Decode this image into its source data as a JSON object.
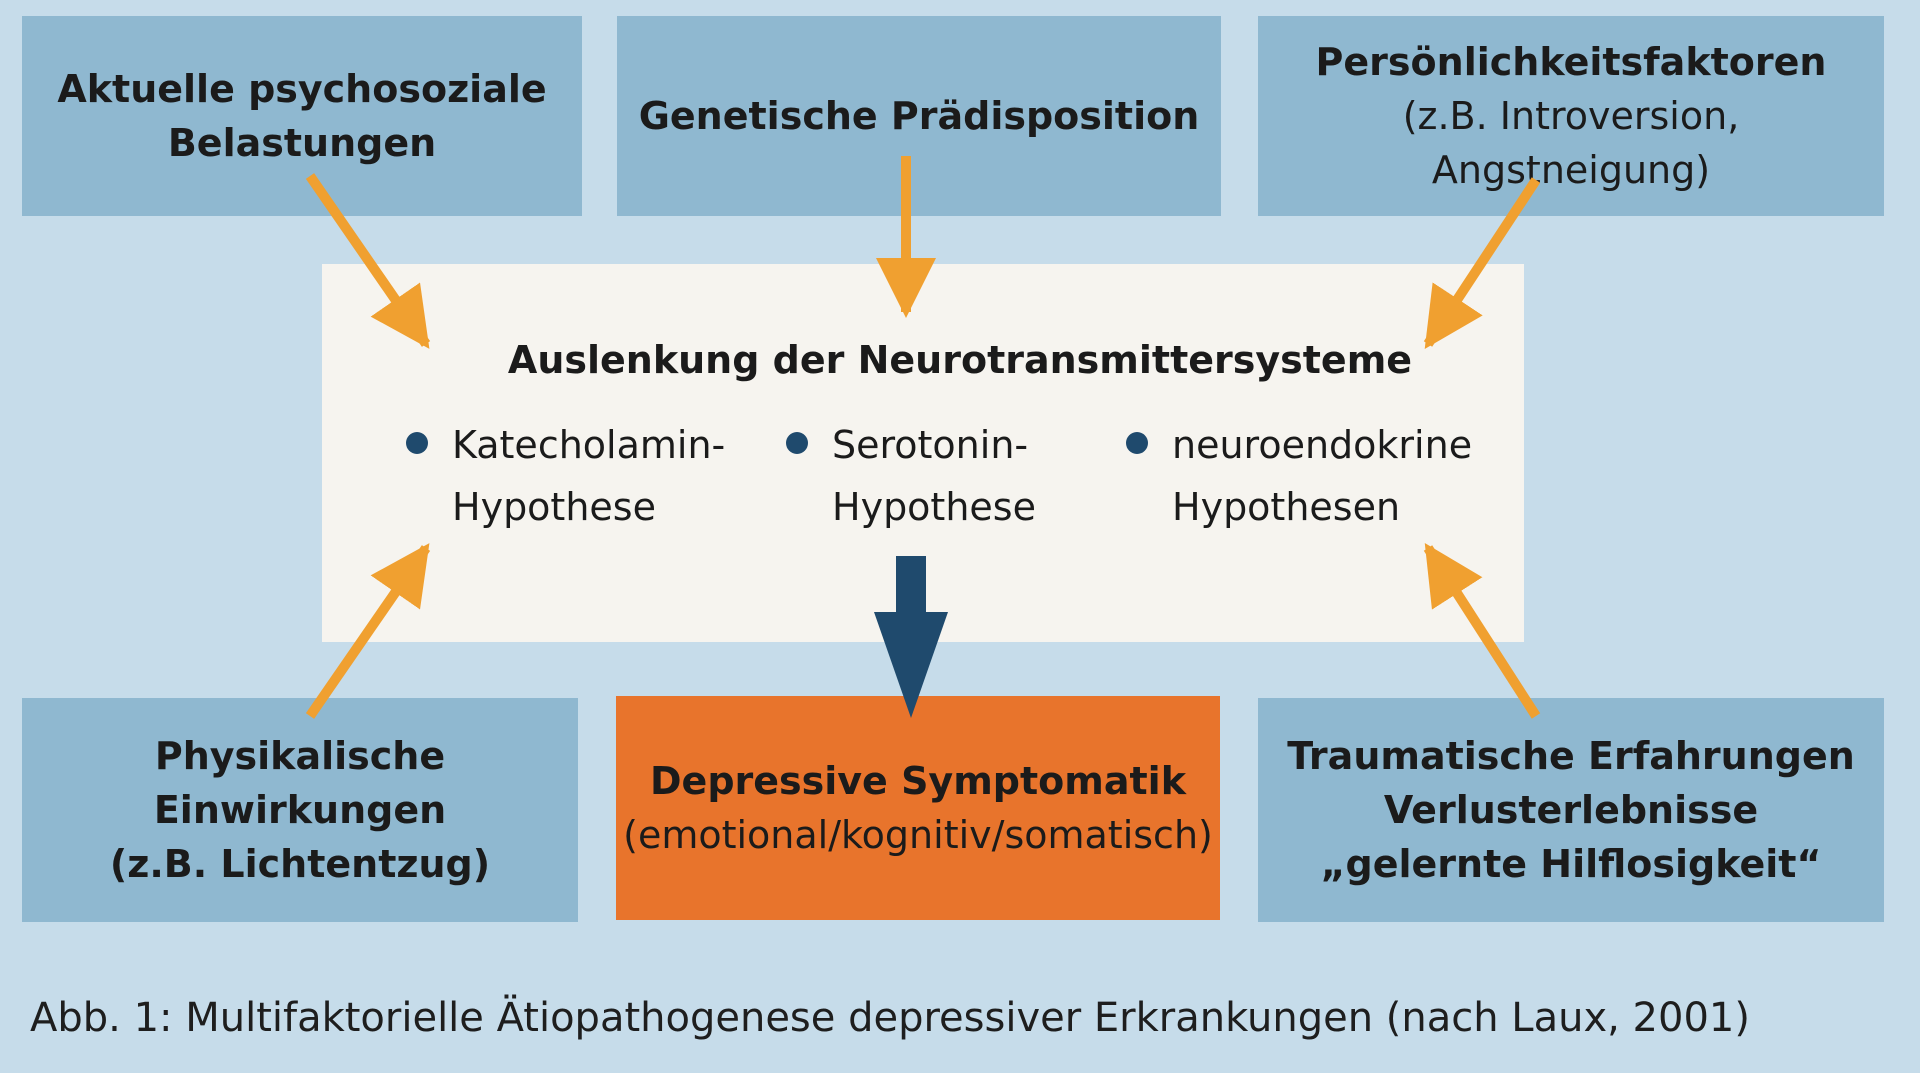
{
  "factors": {
    "top_left": [
      "Aktuelle psychosoziale",
      "Belastungen"
    ],
    "top_middle": [
      "Genetische Prädisposition"
    ],
    "top_right_title": "Persönlichkeitsfaktoren",
    "top_right_detail": "(z.B. Introversion, Angstneigung)",
    "bottom_left": [
      "Physikalische Einwirkungen",
      "(z.B. Lichtentzug)"
    ],
    "bottom_right": [
      "Traumatische Erfahrungen",
      "Verlusterlebnisse",
      "„gelernte Hilflosigkeit“"
    ]
  },
  "center": {
    "title": "Auslenkung der Neurotransmittersysteme",
    "hypotheses": [
      [
        "Katecholamin-",
        "Hypothese"
      ],
      [
        "Serotonin-",
        "Hypothese"
      ],
      [
        "neuroendokrine",
        "Hypothesen"
      ]
    ]
  },
  "result": {
    "title": "Depressive Symptomatik",
    "detail": "(emotional/kognitiv/somatisch)"
  },
  "caption": "Abb. 1: Multifaktorielle Ätiopathogenese depressiver Erkrankungen (nach Laux, 2001)",
  "colors": {
    "background": "#c6dcea",
    "factor_box": "#8fb8d0",
    "center_box": "#f6f4ef",
    "result_box": "#e8742c",
    "influence_arrow": "#f0a030",
    "main_arrow": "#1f4a6d",
    "bullet": "#1f4a6d"
  }
}
